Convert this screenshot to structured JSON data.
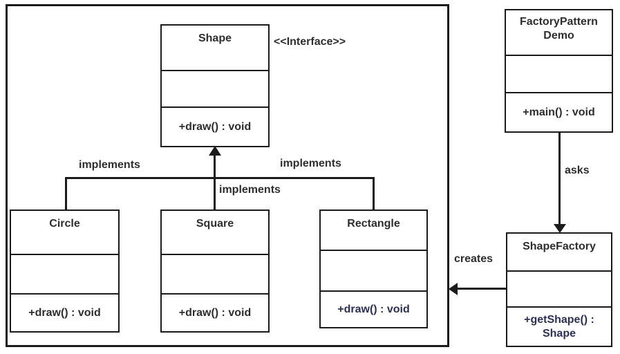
{
  "diagram": {
    "interface_label": "<<Interface>>",
    "classes": {
      "shape": {
        "name": "Shape",
        "method": "+draw() : void"
      },
      "circle": {
        "name": "Circle",
        "method": "+draw() : void"
      },
      "square": {
        "name": "Square",
        "method": "+draw() : void"
      },
      "rectangle": {
        "name": "Rectangle",
        "method": "+draw() : void"
      },
      "factory_pattern_demo": {
        "name_lines": [
          "FactoryPattern",
          "Demo"
        ],
        "method": "+main() : void"
      },
      "shape_factory": {
        "name": "ShapeFactory",
        "method_lines": [
          "+getShape() :",
          "Shape"
        ]
      }
    },
    "edge_labels": {
      "implements_left": "implements",
      "implements_center": "implements",
      "implements_right": "implements",
      "asks": "asks",
      "creates": "creates"
    },
    "colors": {
      "stroke": "#1b1b1b",
      "text": "#2e2e2e",
      "method_accent": "#2c3054",
      "background": "#ffffff"
    }
  }
}
